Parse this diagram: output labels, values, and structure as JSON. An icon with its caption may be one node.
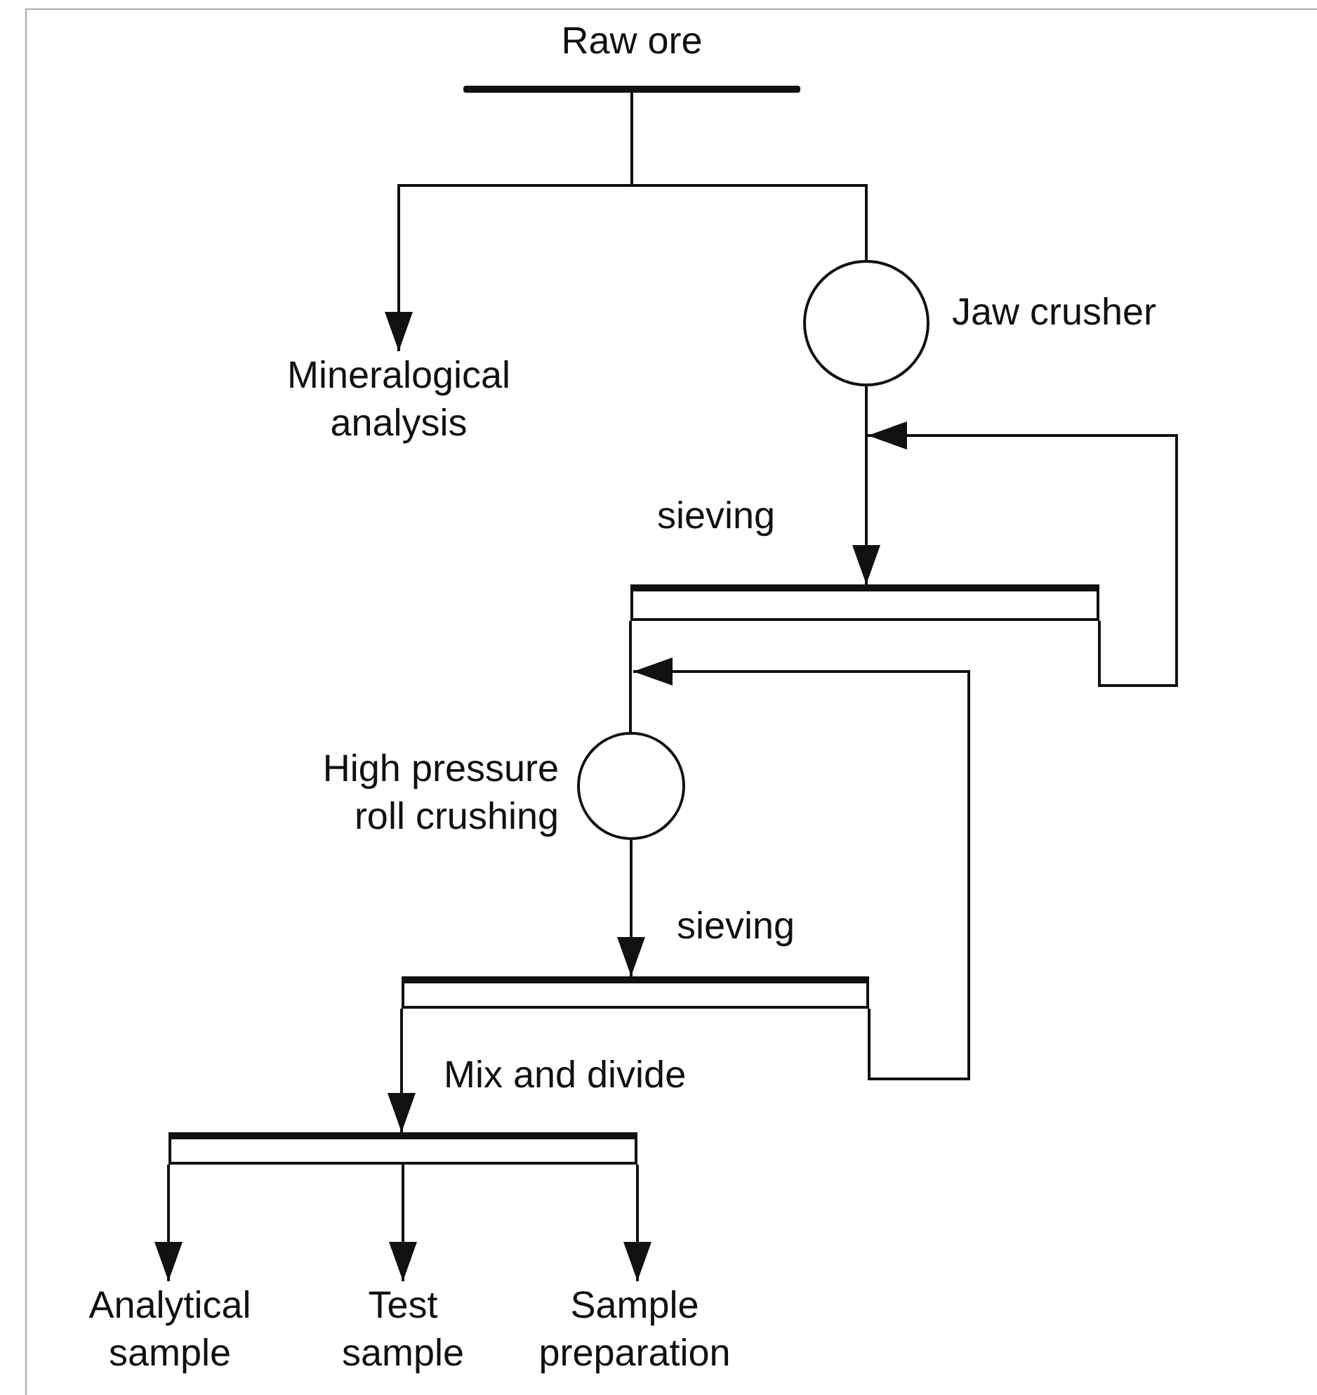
{
  "diagram": {
    "nodes": [
      {
        "text": [
          "Raw ore"
        ]
      },
      {
        "text": [
          "Mineralogical analysis"
        ]
      },
      {
        "text": [],
        "shape": "circle",
        "beside": [
          "Jaw crusher"
        ]
      },
      {
        "text": [],
        "shape": "bar",
        "beside": [
          "sieving"
        ]
      },
      {
        "text": [],
        "shape": "circle",
        "beside": [
          "High pressure roll crushing"
        ]
      },
      {
        "text": [],
        "shape": "bar",
        "beside": [
          "sieving"
        ]
      },
      {
        "text": [],
        "shape": "bar",
        "beside": [
          "Mix and divide"
        ]
      },
      {
        "text": [
          "Analytical sample"
        ]
      },
      {
        "text": [
          "Test sample"
        ]
      },
      {
        "text": [
          "Sample preparation"
        ]
      }
    ],
    "edges": [
      {
        "from": 0,
        "to": 1,
        "arrow": "to"
      },
      {
        "from": 0,
        "to": 2,
        "arrow": "none"
      },
      {
        "from": 2,
        "to": 3,
        "arrow": "to"
      },
      {
        "from": 3,
        "to": null,
        "arrow": "to"
      },
      {
        "from": 3,
        "to": 4,
        "arrow": "none"
      },
      {
        "from": 4,
        "to": 5,
        "arrow": "to"
      },
      {
        "from": 5,
        "to": null,
        "arrow": "to"
      },
      {
        "from": 5,
        "to": 6,
        "arrow": "to"
      },
      {
        "from": 6,
        "to": 7,
        "arrow": "to"
      },
      {
        "from": 6,
        "to": 8,
        "arrow": "to"
      },
      {
        "from": 6,
        "to": 9,
        "arrow": "to"
      }
    ]
  }
}
